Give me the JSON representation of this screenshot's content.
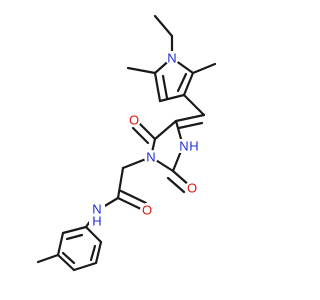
{
  "molecule": {
    "atoms": {
      "pyrrole_n": "N",
      "imide_n": "N",
      "amide_nh": "N",
      "amide_h": "H",
      "ring_nh": "N",
      "ring_h": "H",
      "carbonyl_o_top": "O",
      "carbonyl_o_ring": "O",
      "carbonyl_o_amide": "O"
    },
    "colors": {
      "carbon": "#1a1a1a",
      "nitrogen": "#1f2fd6",
      "oxygen": "#e0170f",
      "background": "#ffffff"
    }
  }
}
